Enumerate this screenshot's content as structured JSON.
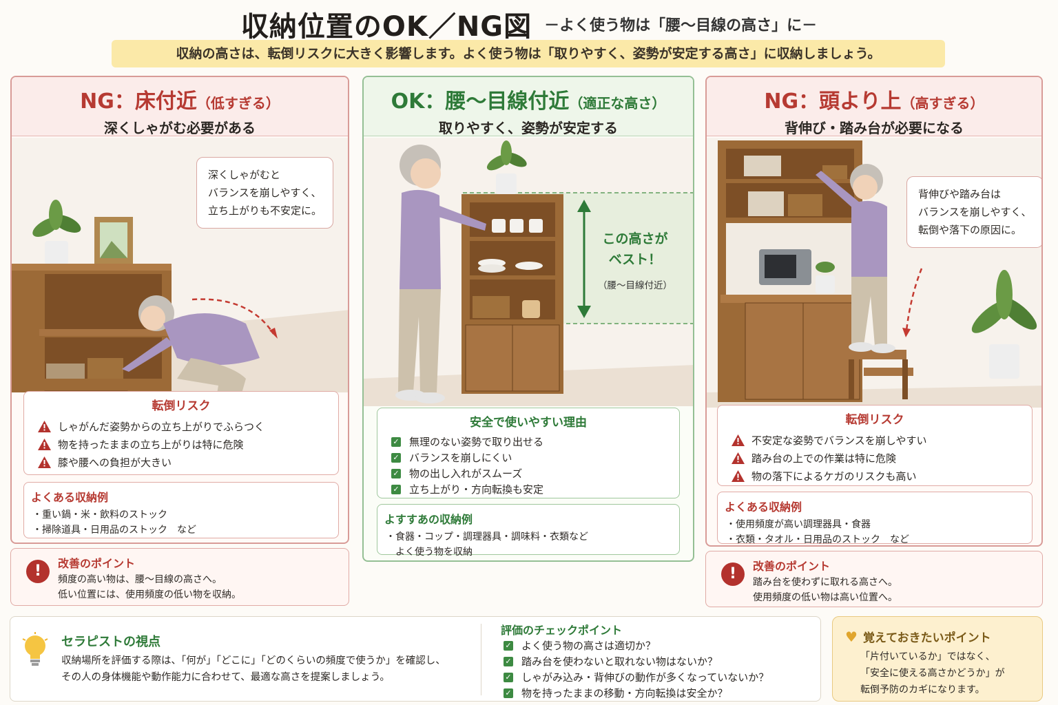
{
  "header": {
    "title": "収納位置のOK／NG図",
    "subtitle": "－よく使う物は「腰～目線の高さ」に－",
    "intro": "収納の高さは、転倒リスクに大きく影響します。よく使う物は「取りやすく、姿勢が安定する高さ」に収納しましょう。"
  },
  "left_panel": {
    "title": "NG：床付近",
    "title_paren": "（低すぎる）",
    "subtitle": "深くしゃがむ必要がある",
    "bubble": [
      "深くしゃがむと",
      "バランスを崩しやすく、",
      "立ち上がりも不安定に。"
    ],
    "risk_title": "転倒リスク",
    "risks": [
      "しゃがんだ姿勢からの立ち上がりでふらつく",
      "物を持ったままの立ち上がりは特に危険",
      "膝や腰への負担が大きい"
    ],
    "examples_title": "よくある収納例",
    "examples": [
      "・重い鍋・米・飲料のストック",
      "・掃除道具・日用品のストック　など"
    ],
    "improve_title": "改善のポイント",
    "improve": [
      "頻度の高い物は、腰～目線の高さへ。",
      "低い位置には、使用頻度の低い物を収納。"
    ]
  },
  "center_panel": {
    "title": "OK：腰～目線付近",
    "title_paren": "（適正な高さ）",
    "subtitle": "取りやすく、姿勢が安定する",
    "best_label": [
      "この高さが",
      "ベスト！"
    ],
    "best_sub": "（腰～目線付近）",
    "reasons_title": "安全で使いやすい理由",
    "reasons": [
      "無理のない姿勢で取り出せる",
      "バランスを崩しにくい",
      "物の出し入れがスムーズ",
      "立ち上がり・方向転換も安定"
    ],
    "examples_title": "よすすあの収納例",
    "examples": [
      "・食器・コップ・調理器具・調味料・衣類など",
      "　よく使う物を収納"
    ]
  },
  "right_panel": {
    "title": "NG：頭より上",
    "title_paren": "（高すぎる）",
    "subtitle": "背伸び・踏み台が必要になる",
    "bubble": [
      "背伸びや踏み台は",
      "バランスを崩しやすく、",
      "転倒や落下の原因に。"
    ],
    "risk_title": "転倒リスク",
    "risks": [
      "不安定な姿勢でバランスを崩しやすい",
      "踏み台の上での作業は特に危険",
      "物の落下によるケガのリスクも高い"
    ],
    "examples_title": "よくある収納例",
    "examples": [
      "・使用頻度が高い調理器具・食器",
      "・衣類・タオル・日用品のストック　など"
    ],
    "improve_title": "改善のポイント",
    "improve": [
      "踏み台を使わずに取れる高さへ。",
      "使用頻度の低い物は高い位置へ。"
    ]
  },
  "therapist": {
    "title": "セラピストの視点",
    "text": [
      "収納場所を評価する際は、「何が」「どこに」「どのくらいの頻度で使うか」を確認し、",
      "その人の身体機能や動作能力に合わせて、最適な高さを提案しましょう。"
    ]
  },
  "checkpoints": {
    "title": "評価のチェックポイント",
    "items": [
      "よく使う物の高さは適切か？",
      "踏み台を使わないと取れない物はないか？",
      "しゃがみ込み・背伸びの動作が多くなっていないか？",
      "物を持ったままの移動・方向転換は安全か？"
    ]
  },
  "remember": {
    "title": "覚えておきたいポイント",
    "text": [
      "「片付いているか」ではなく、",
      "「安全に使える高さかどうか」が",
      "転倒予防のカギになります。"
    ]
  },
  "colors": {
    "ng_red": "#b63a32",
    "ok_green": "#2e7a38",
    "highlight_yellow": "#fbe9a8"
  }
}
